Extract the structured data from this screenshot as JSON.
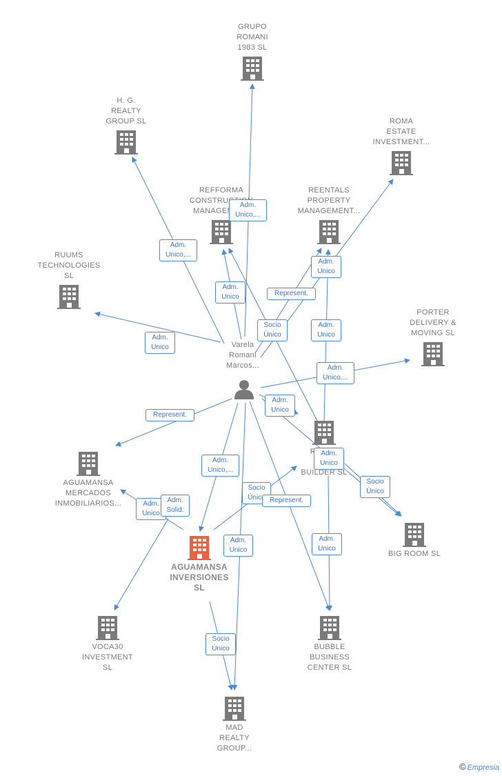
{
  "person": {
    "name": "Varela\nRomani\nMarcos..."
  },
  "companies": [
    {
      "id": "grupo",
      "label": "GRUPO\nROMANI\n1983  SL"
    },
    {
      "id": "hg",
      "label": "H.  G.\nREALTY\nGROUP  SL"
    },
    {
      "id": "roma",
      "label": "ROMA\nESTATE\nINVESTMENT..."
    },
    {
      "id": "refforma",
      "label": "REFFORMA\nCONSTRUCTION\nMANAGEMENT"
    },
    {
      "id": "reentals",
      "label": "REENTALS\nPROPERTY\nMANAGEMENT..."
    },
    {
      "id": "ruums",
      "label": "RUUMS\nTECHNOLOGIES\nSL"
    },
    {
      "id": "porter",
      "label": "PORTER\nDELIVERY &\nMOVING  SL"
    },
    {
      "id": "rover",
      "label": "ROVER\nVERT\nBUILDER  SL"
    },
    {
      "id": "mercados",
      "label": "AGUAMANSA\nMERCADOS\nINMOBILIARIOS..."
    },
    {
      "id": "bigroom",
      "label": "BIG ROOM  SL"
    },
    {
      "id": "inversiones",
      "label": "AGUAMANSA\nINVERSIONES\nSL"
    },
    {
      "id": "voca",
      "label": "VOCA30\nINVESTMENT\nSL"
    },
    {
      "id": "bubble",
      "label": "BUBBLE\nBUSINESS\nCENTER  SL"
    },
    {
      "id": "mad",
      "label": "MAD\nREALTY\nGROUP..."
    }
  ],
  "edge_labels": [
    "Adm.\nUnico,...",
    "Adm.\nUnico,...",
    "Adm.\nUnico",
    "Adm.\nUnico",
    "Represent.",
    "Socio\nÚnico",
    "Adm.\nUnico",
    "Adm.\nUnico",
    "Adm.\nUnico,...",
    "Adm.\nUnico",
    "Represent.",
    "Adm.\nUnico",
    "Socio\nÚnico",
    "Adm.\nUnico,...",
    "Adm.\nUnico",
    "Adm.\nSolid.",
    "Socio\nÚnico",
    "Represent.",
    "Adm.\nUnico",
    "Adm.\nUnico",
    "Socio\nÚnico"
  ],
  "colors": {
    "edge": "#4a8ad6",
    "building": "#7a7a7a",
    "main_building": "#f0603a",
    "person": "#7a7a7a"
  },
  "credit": {
    "symbol": "©",
    "brand": "Empresia"
  }
}
